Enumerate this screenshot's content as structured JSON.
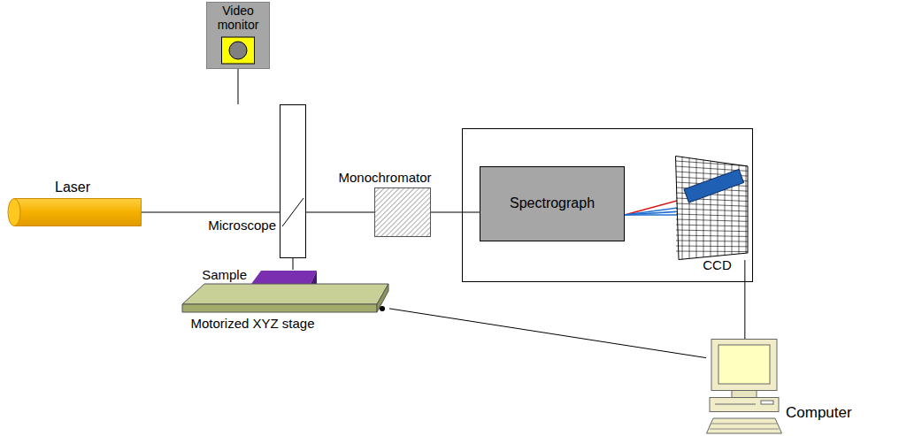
{
  "diagram": {
    "nodes": [
      {
        "text": [
          "Video monitor"
        ]
      },
      {
        "text": [
          "Laser"
        ]
      },
      {
        "text": [
          "Microscope"
        ]
      },
      {
        "text": [
          "Monochromator"
        ]
      },
      {
        "text": [
          "Spectrograph"
        ]
      },
      {
        "text": [
          "CCD"
        ]
      },
      {
        "text": [
          "Sample"
        ]
      },
      {
        "text": [
          "Motorized XYZ stage"
        ]
      },
      {
        "text": [
          "Computer"
        ]
      }
    ],
    "edges": [
      {
        "from": 0,
        "to": 2,
        "arrow": "none"
      },
      {
        "from": 1,
        "to": 2,
        "arrow": "none"
      },
      {
        "from": 2,
        "to": 3,
        "arrow": "none"
      },
      {
        "from": 3,
        "to": 4,
        "arrow": "none"
      },
      {
        "from": 2,
        "to": 6,
        "arrow": "none"
      },
      {
        "from": 5,
        "to": 8,
        "arrow": "none"
      },
      {
        "from": 7,
        "to": 8,
        "arrow": "none"
      }
    ]
  }
}
